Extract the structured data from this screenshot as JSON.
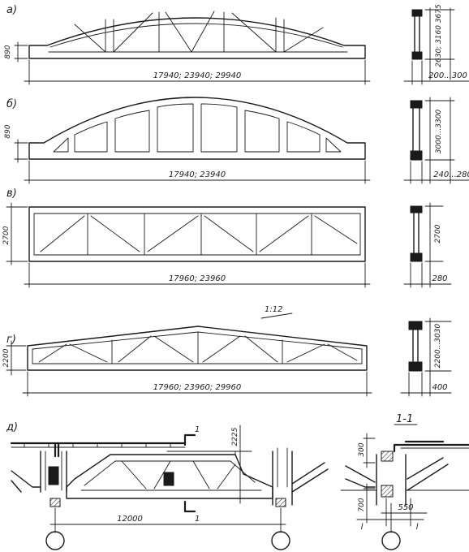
{
  "labels": {
    "a": "а)",
    "b": "б)",
    "v": "в)",
    "g": "г)",
    "d": "д)",
    "section_title": "1-1",
    "cut_mark": "1"
  },
  "truss_a": {
    "height": "890",
    "span": "17940; 23940; 29940",
    "section_height": "2630; 3160 3675",
    "section_width": "200...300"
  },
  "truss_b": {
    "height": "890",
    "span": "17940; 23940",
    "section_height": "3000...3300",
    "section_width": "240...280"
  },
  "truss_v": {
    "height": "2700",
    "span": "17960; 23960",
    "section_height": "2700",
    "section_width": "280"
  },
  "truss_g": {
    "height": "2200",
    "slope": "1:12",
    "span": "17960; 23960; 29960",
    "section_height": "2200...3030",
    "section_width": "400"
  },
  "detail_d": {
    "height": "2225",
    "span": "12000"
  },
  "section_1_1": {
    "dim_top": "300",
    "dim_bottom": "700",
    "dim_width": "550",
    "axis_left": "l",
    "axis_right": "l"
  }
}
